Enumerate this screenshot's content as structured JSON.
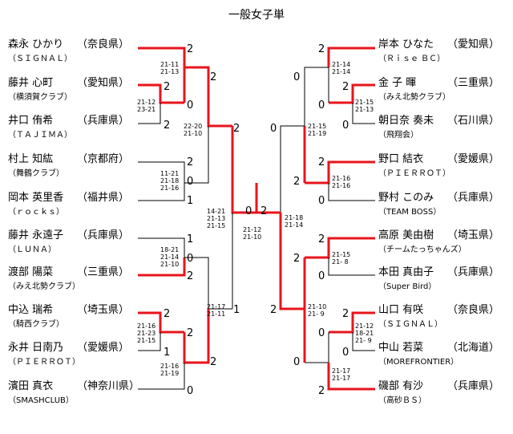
{
  "title": "一般女子単",
  "left_players": [
    {
      "name": "森永 ひかり",
      "pref": "（奈良県）",
      "club": "（ＳＩＧＮＡＬ）"
    },
    {
      "name": "藤井 心町",
      "pref": "（愛知県）",
      "club": "（横須賀クラブ）"
    },
    {
      "name": "井口 侑希",
      "pref": "（兵庫県）",
      "club": "（ＴＡＪＩＭＡ）"
    },
    {
      "name": "村上 知紘",
      "pref": "（京都府）",
      "club": "（舞鶴クラブ）"
    },
    {
      "name": "岡本 英里香",
      "pref": "（福井県）",
      "club": "（ｒｏｃｋｓ）"
    },
    {
      "name": "藤井 永遠子",
      "pref": "（兵庫県）",
      "club": "（ＬＵＮＡ）"
    },
    {
      "name": "渡部 陽菜",
      "pref": "（三重県）",
      "club": "（みえ北勢クラブ）"
    },
    {
      "name": "中込 瑞希",
      "pref": "（埼玉県）",
      "club": "（騎西クラブ）"
    },
    {
      "name": "永井 日南乃",
      "pref": "（愛媛県）",
      "club": "（ＰＩＥＲＲＯＴ）"
    },
    {
      "name": "濱田 真衣",
      "pref": "（神奈川県）",
      "club": "（SMASHCLUB）"
    }
  ],
  "right_players": [
    {
      "name": "岸本 ひなた",
      "pref": "（愛知県）",
      "club": "（Ｒｉｓｅ ＢＣ）"
    },
    {
      "name": "金 子 暉",
      "pref": "（三重県）",
      "club": "（みえ北勢クラブ）"
    },
    {
      "name": "朝日奈 奏未",
      "pref": "（石川県）",
      "club": "（飛翔会）"
    },
    {
      "name": "野口 結衣",
      "pref": "（愛媛県）",
      "club": "（ＰＩＥＲＲＯＴ）"
    },
    {
      "name": "野村 このみ",
      "pref": "（兵庫県）",
      "club": "（TEAM BOSS）"
    },
    {
      "name": "高原 美由樹",
      "pref": "（埼玉県）",
      "club": "（チームたっちゃんズ）"
    },
    {
      "name": "本田 真由子",
      "pref": "（兵庫県）",
      "club": "（Super Bird）"
    },
    {
      "name": "山口 有咲",
      "pref": "（奈良県）",
      "club": "（ＳＩＧＮＡＬ）"
    },
    {
      "name": "中山 若菜",
      "pref": "（北海道）",
      "club": "（MOREFRONTIER）"
    },
    {
      "name": "磯部 有沙",
      "pref": "（兵庫県）",
      "club": "（高砂ＢＳ）"
    }
  ],
  "scores": {
    "l_r1_p1": "2",
    "l_r1_p2": "2",
    "l_r1_p3": "0",
    "l_r1_p4": "2",
    "l_r1_p5": "1",
    "l_r1_p6": "1",
    "l_r1_p7": "0",
    "l_r1_p8": "2",
    "l_r1_p9": "1",
    "l_r1_p10": "2",
    "l_r1_p11": "0",
    "l_r2_a": "2",
    "l_r2_b": "0",
    "l_r2_c": "0",
    "l_r2_d": "2",
    "l_r3_a": "2",
    "l_r3_b": "1",
    "final_left": "0",
    "final_right": "2",
    "r_r1_p1": "2",
    "r_r1_p2": "2",
    "r_r1_p3": "0",
    "r_r1_p4": "2",
    "r_r1_p5": "0",
    "r_r1_p6": "2",
    "r_r1_p7": "0",
    "r_r1_p8": "2",
    "r_r1_p9": "2",
    "r_r1_p10": "0",
    "r_r1_p11": "2",
    "r_r2_a": "0",
    "r_r2_b": "2",
    "r_r2_c": "2",
    "r_r2_d": "0",
    "r_r3_a": "0",
    "r_r3_b": "2"
  },
  "game_scores": {
    "l_g1": "21-11\n21-13",
    "l_g2": "21-12\n23-21",
    "l_g3": "22-20\n21-10",
    "l_g4": "11-21\n21-18\n21-16",
    "l_g5": "14-21\n21-13\n21-15",
    "l_g6": "18-21\n21-14\n21-10",
    "l_g7": "21-17\n21-11",
    "l_g8": "21-16\n21-23\n21-15",
    "l_g9": "21-16\n21-19",
    "final": "21-12\n21-10",
    "r_g1": "21-14\n21-14",
    "r_g2": "21-15\n21-13",
    "r_g3": "21-15\n21-19",
    "r_g4": "21-16\n21-16",
    "r_g5": "21-18\n21-14",
    "r_g6": "21-15\n21- 8",
    "r_g7": "21-10\n21- 9",
    "r_g8": "21-12\n18-21\n21- 9",
    "r_g9": "21-17\n21-17"
  },
  "colors": {
    "win_line": "#e8141c",
    "line": "#000000"
  }
}
